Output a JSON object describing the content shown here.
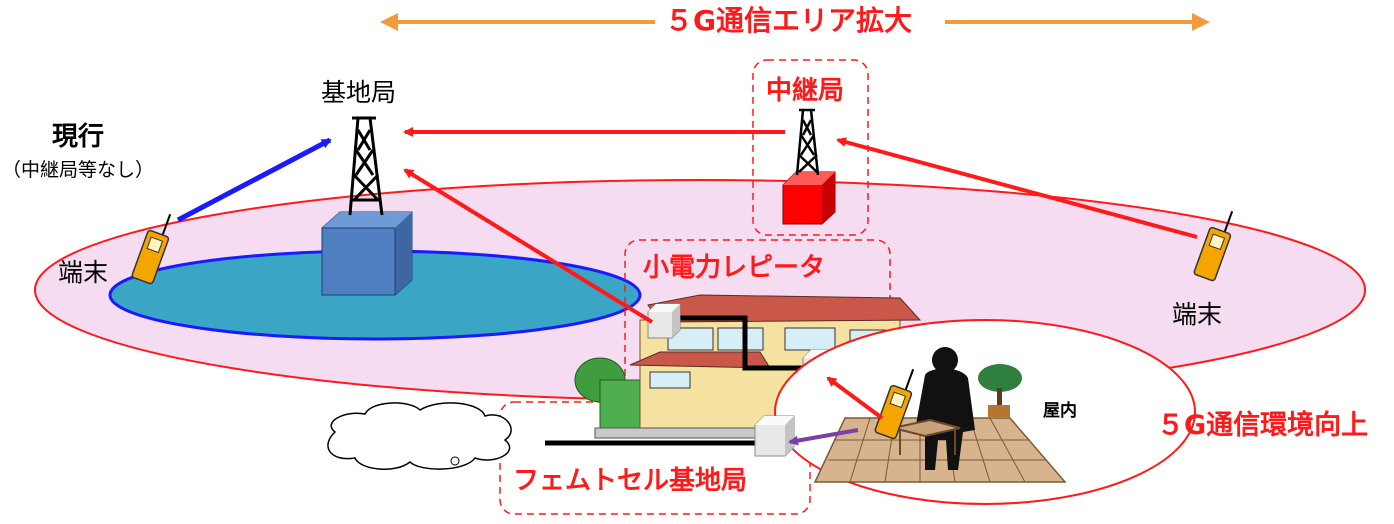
{
  "header": {
    "expansion_label": "５G通信エリア拡大"
  },
  "labels": {
    "current": "現行",
    "current_note": "（中継局等なし）",
    "base_station": "基地局",
    "relay_station": "中継局",
    "terminal_left": "端末",
    "terminal_right": "端末",
    "small_repeater": "小電力レピータ",
    "femtocell": "フェムトセル基地局",
    "indoor": "屋内",
    "improvement": "５G通信環境向上"
  },
  "colors": {
    "orange": "#f39a3c",
    "red": "#ff1a1a",
    "blue": "#1a1aff",
    "pink_fill": "#f5dcf0",
    "teal_fill": "#3aa5c4",
    "box_blue": "#4f7fc0",
    "relay_red": "#ff0000",
    "purple": "#7a3fa8"
  }
}
